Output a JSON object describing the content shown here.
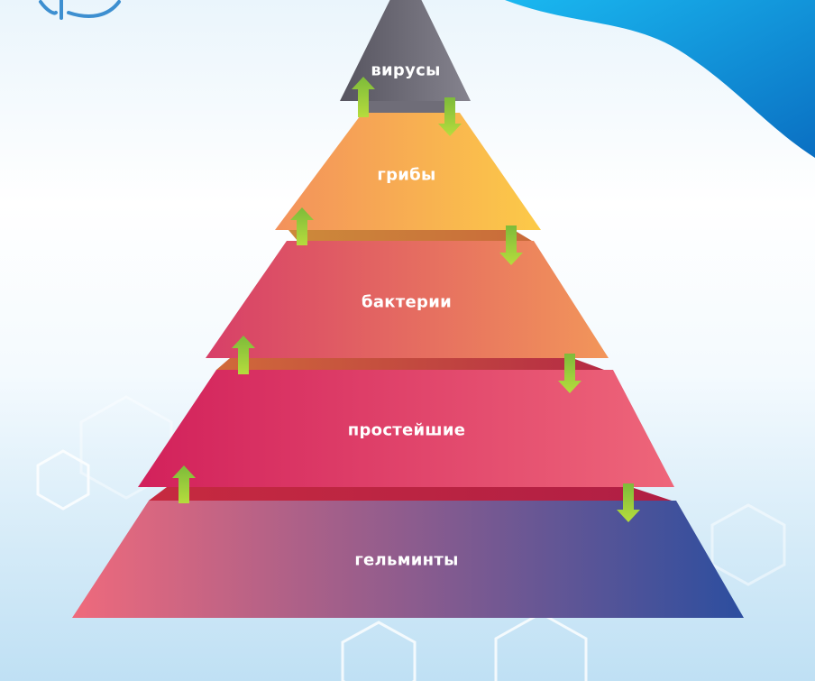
{
  "diagram": {
    "type": "pyramid",
    "tiers": [
      {
        "label": "вирусы",
        "colors": [
          "#56545f",
          "#85838e"
        ]
      },
      {
        "label": "грибы",
        "colors": [
          "#f3915c",
          "#fcca48"
        ]
      },
      {
        "label": "бактерии",
        "colors": [
          "#d73f68",
          "#f2965a"
        ]
      },
      {
        "label": "простейшие",
        "colors": [
          "#d2215b",
          "#ee667a"
        ]
      },
      {
        "label": "гельминты",
        "colors": [
          "#ef6a7c",
          "#2c4e9f"
        ]
      }
    ],
    "arrow_color": "#8cc63f",
    "accent": "#0aa5e8"
  }
}
